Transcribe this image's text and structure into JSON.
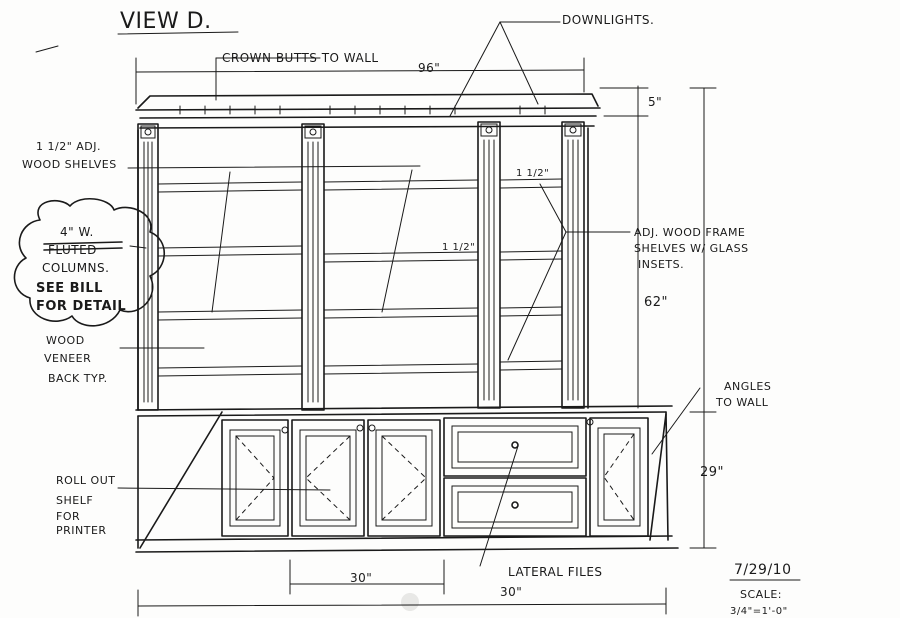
{
  "sheet": {
    "title": "VIEW D.",
    "date": "7/29/10",
    "scale_label": "SCALE:",
    "scale_value": "3/4\"=1'-0\""
  },
  "labels": {
    "downlights": "DOWNLIGHTS.",
    "crown": "CROWN BUTTS TO WALL",
    "adj_shelves": [
      "1 1/2\" ADJ.",
      "WOOD SHELVES"
    ],
    "columns": [
      "4\" W.",
      "FLUTED",
      "COLUMNS.",
      "SEE BILL",
      "FOR DETAIL"
    ],
    "veneer": [
      "WOOD",
      "VENEER",
      "BACK TYP."
    ],
    "roll_out": [
      "ROLL OUT",
      "SHELF",
      "FOR",
      "PRINTER"
    ],
    "frame_shelves": [
      "ADJ. WOOD FRAME",
      "SHELVES W/ GLASS",
      "INSETS."
    ],
    "angles": [
      "ANGLES",
      "TO WALL"
    ],
    "lateral_files": "LATERAL FILES"
  },
  "dimensions": {
    "overall_width": "96\"",
    "crown_height": "5\"",
    "upper_height": "62\"",
    "base_height": "29\"",
    "shelf_thickness_a": "1 1/2\"",
    "shelf_thickness_b": "1 1/2\"",
    "base_section_a": "30\"",
    "base_section_b": "30\""
  }
}
